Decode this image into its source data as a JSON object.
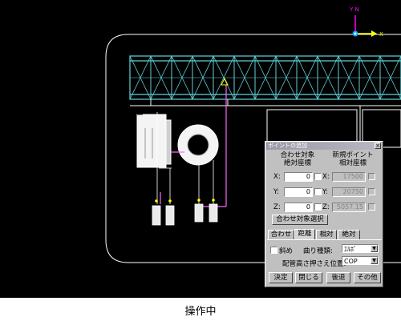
{
  "compass": {
    "north_label": "Y N",
    "east_label": "X"
  },
  "caption": "操作中",
  "dialog": {
    "title": "ポイントの追加",
    "close_label": "×",
    "col_left_header_1": "合わせ対象",
    "col_left_header_2": "絶対座標",
    "col_right_header_1": "新規ポイント",
    "col_right_header_2": "相対座標",
    "rows": [
      {
        "label": "X:",
        "abs_value": "0",
        "rel_label": "X:",
        "rel_value": "17500"
      },
      {
        "label": "Y:",
        "abs_value": "0",
        "rel_label": "Y:",
        "rel_value": "20750"
      },
      {
        "label": "Z:",
        "abs_value": "0",
        "rel_label": "Z:",
        "rel_value": "5057.15"
      }
    ],
    "select_target_button": "合わせ対象選択",
    "tabs": [
      "合わせ",
      "距離",
      "相対",
      "絶対"
    ],
    "active_tab_index": 1,
    "slant_label": "斜め",
    "bend_type_label": "曲り種類:",
    "bend_type_value": "ｴﾙﾎﾞ",
    "pipe_height_label": "配管高さ押さえ位置:",
    "pipe_height_value": "COP",
    "buttons": {
      "ok": "決定",
      "close": "閉じる",
      "back": "後退",
      "other": "その他"
    }
  },
  "colors": {
    "cad_background": "#000000",
    "truss": "#5fd3d8",
    "structure": "#ffffff",
    "pipe": "#ff66ff",
    "compass_x": "#ffff00",
    "compass_y": "#ff00ff",
    "compass_z": "#00aaff"
  }
}
